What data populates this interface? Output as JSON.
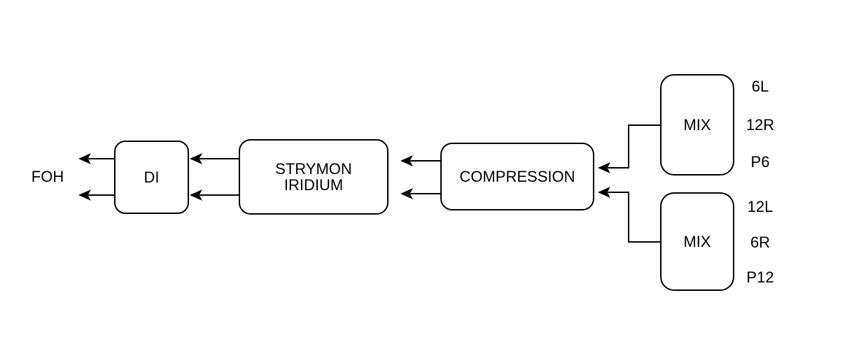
{
  "diagram": {
    "type": "signal-flow-diagram",
    "foh_label": "FOH",
    "nodes": {
      "di": {
        "label": "DI"
      },
      "strymon": {
        "label": "STRYMON\nIRIDIUM"
      },
      "compression": {
        "label": "COMPRESSION"
      },
      "mix_top": {
        "label": "MIX",
        "ports": [
          "6L",
          "12R",
          "P6"
        ]
      },
      "mix_bottom": {
        "label": "MIX",
        "ports": [
          "12L",
          "6R",
          "P12"
        ]
      }
    },
    "edges": [
      {
        "from": "DI",
        "to": "FOH",
        "lines": 2,
        "direction": "left"
      },
      {
        "from": "STRYMON IRIDIUM",
        "to": "DI",
        "lines": 2,
        "direction": "left"
      },
      {
        "from": "COMPRESSION",
        "to": "STRYMON IRIDIUM",
        "lines": 2,
        "direction": "left"
      },
      {
        "from": "MIX (top)",
        "to": "COMPRESSION",
        "lines": 1,
        "direction": "left",
        "shape": "elbow"
      },
      {
        "from": "MIX (bottom)",
        "to": "COMPRESSION",
        "lines": 1,
        "direction": "left",
        "shape": "elbow"
      }
    ],
    "colors": {
      "stroke": "#000000",
      "node_fill": "#ffffff",
      "background": "#ffffff",
      "text": "#000000"
    }
  }
}
